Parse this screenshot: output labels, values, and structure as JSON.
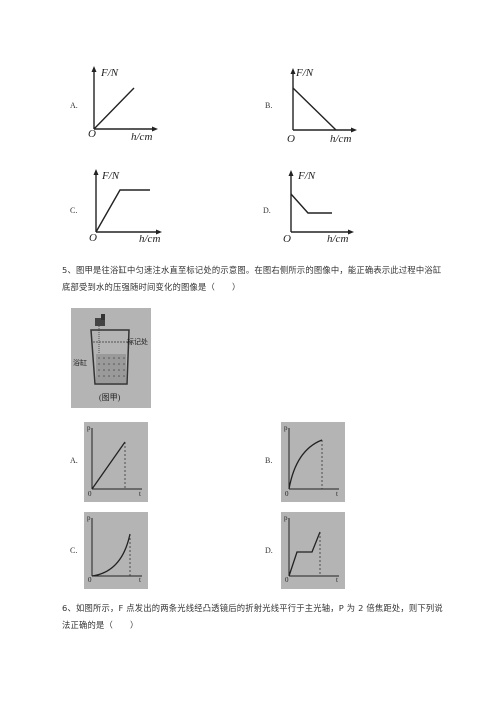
{
  "graphs_top": {
    "y_label": "F/N",
    "x_label": "h/cm",
    "origin": "O",
    "options": [
      "A.",
      "B.",
      "C.",
      "D."
    ]
  },
  "question5": {
    "line1": "5、图甲是往浴缸中匀速注水直至标记处的示意图。在图右侧所示的图像中，能正确表示此过程中浴缸",
    "line2": "底部受到水的压强随时间变化的图像是（　　）",
    "figure": {
      "caption": "(图甲)",
      "label_left": "浴缸",
      "label_right": "标记处"
    },
    "graphs": {
      "y_label": "p",
      "x_label": "t",
      "origin": "0",
      "options": [
        "A.",
        "B.",
        "C.",
        "D."
      ]
    }
  },
  "question6": {
    "line1": "6、如图所示，F 点发出的两条光线经凸透镜后的折射光线平行于主光轴，P 为 2 倍焦距处，则下列说",
    "line2": "法正确的是（　　）"
  }
}
